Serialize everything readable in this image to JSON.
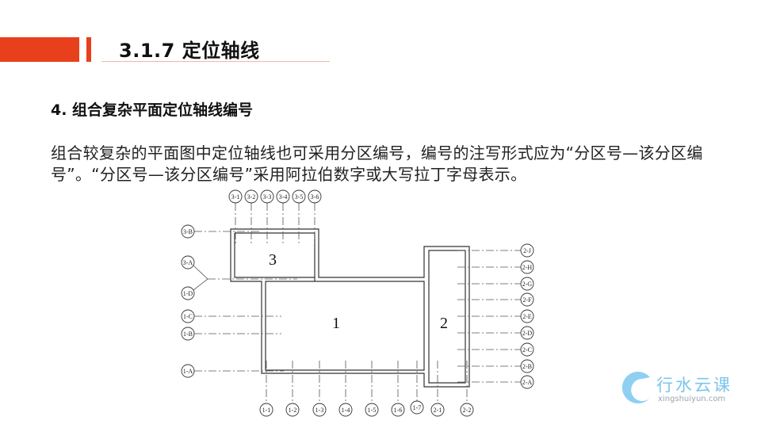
{
  "header": {
    "title": "3.1.7  定位轴线",
    "accent_color": "#e8401c"
  },
  "section": {
    "subtitle": "4. 组合复杂平面定位轴线编号"
  },
  "body": {
    "paragraph": "组合较复杂的平面图中定位轴线也可采用分区编号，编号的注写形式应为“分区号—该分区编号”。“分区号—该分区编号”采用阿拉伯数字或大写拉丁字母表示。"
  },
  "diagram": {
    "zones": [
      "1",
      "2",
      "3"
    ],
    "top_axes": [
      "3-1",
      "3-2",
      "3-3",
      "3-4",
      "3-5",
      "3-6"
    ],
    "left_axes": [
      "3-B",
      "3-A",
      "1-D",
      "1-C",
      "1-B",
      "1-A"
    ],
    "right_axes": [
      "2-J",
      "2-H",
      "2-G",
      "2-F",
      "2-E",
      "2-D",
      "2-C",
      "2-B",
      "2-A"
    ],
    "bottom_axes": [
      "1-1",
      "1-2",
      "1-3",
      "1-4",
      "1-5",
      "1-6",
      "1-7",
      "2-1",
      "2-2"
    ]
  },
  "logo": {
    "name": "行水云课",
    "url": "xingshuiyun.com",
    "color": "#7cc4ec"
  }
}
